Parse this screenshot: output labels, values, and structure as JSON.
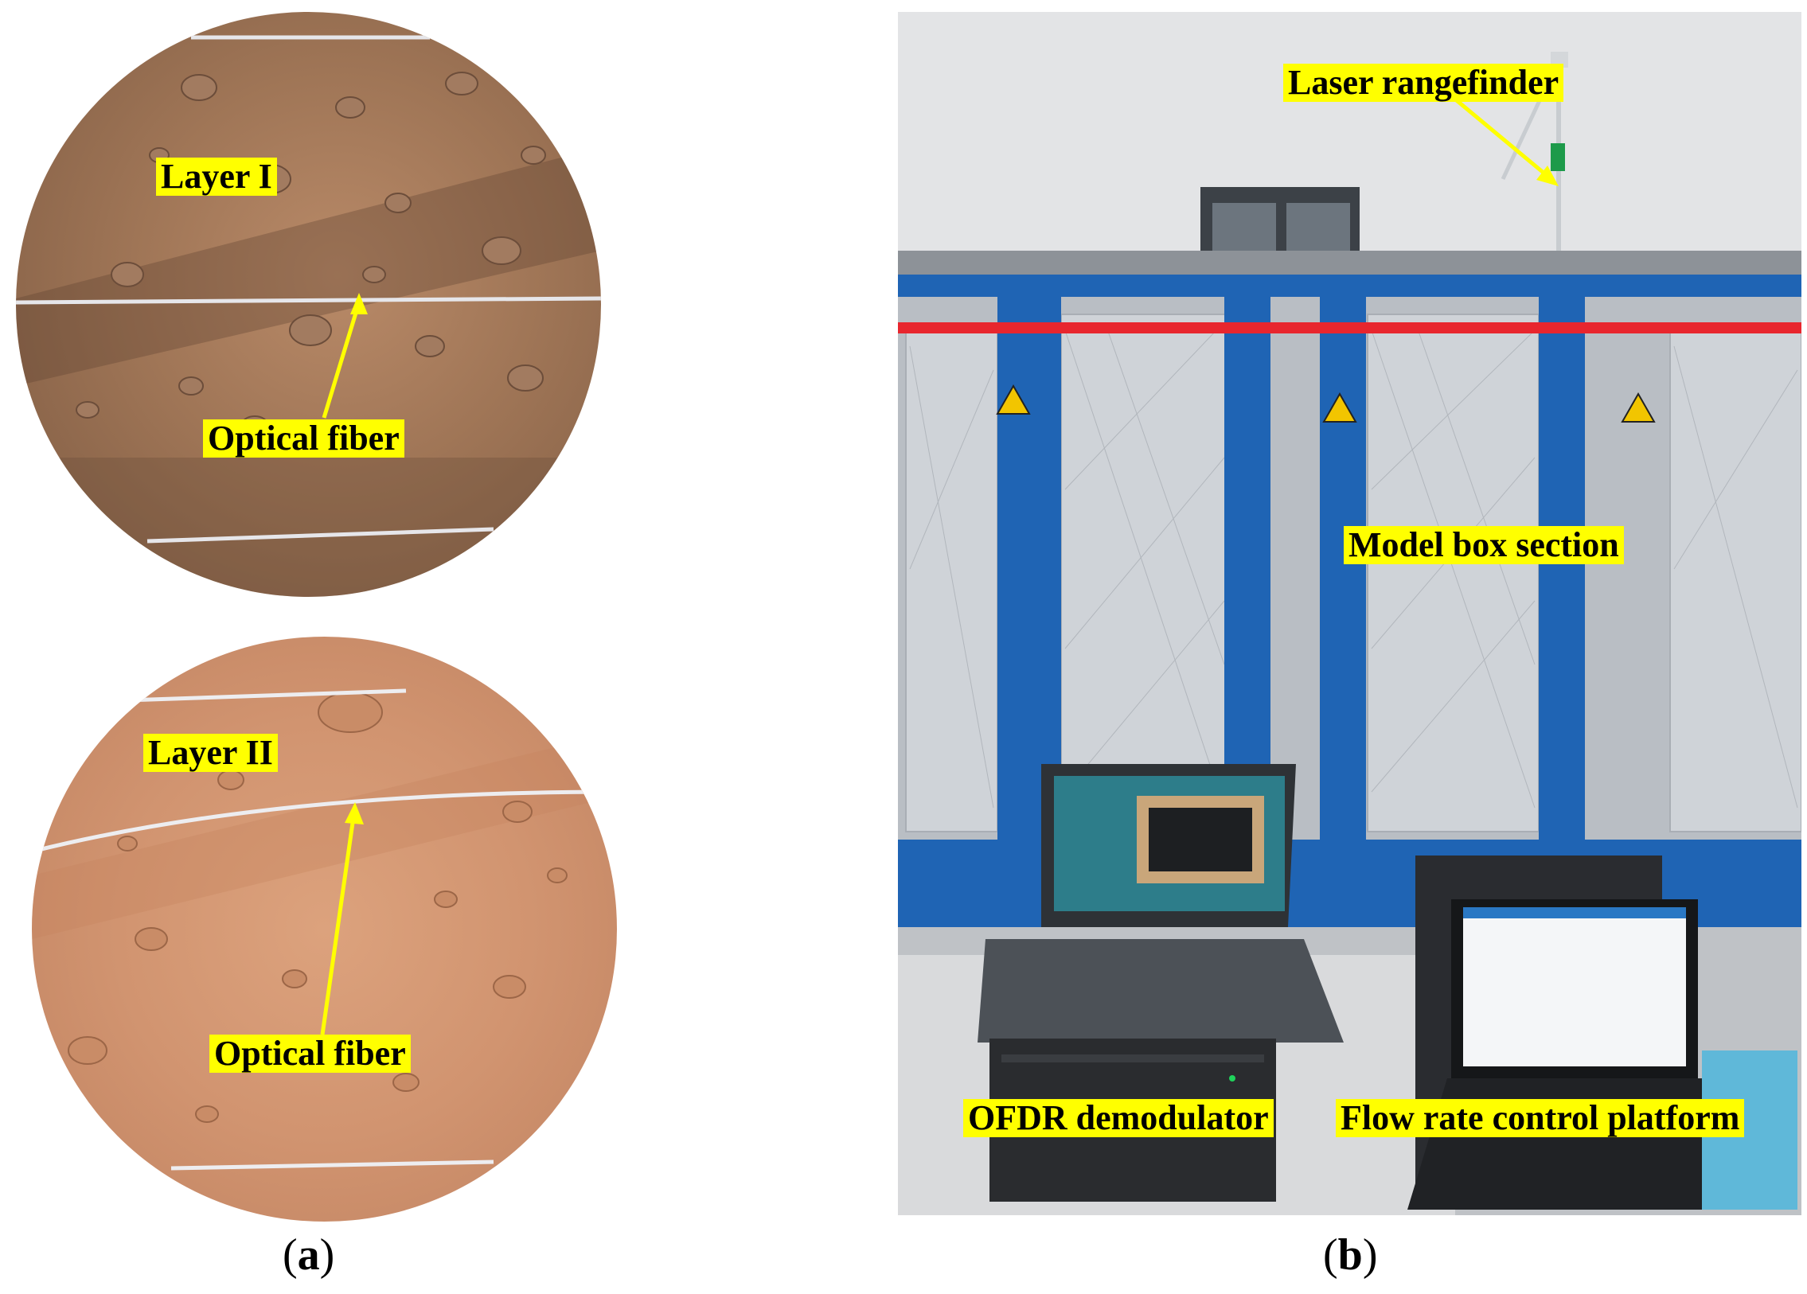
{
  "panel_a": {
    "top_photo": {
      "layer_label": "Layer I",
      "fiber_label": "Optical fiber"
    },
    "bottom_photo": {
      "layer_label": "Layer II",
      "fiber_label": "Optical fiber"
    },
    "caption": {
      "open": "(",
      "letter": "a",
      "close": ")"
    }
  },
  "panel_b": {
    "labels": {
      "laser": "Laser rangefinder",
      "model_box": "Model box section",
      "ofdr": "OFDR demodulator",
      "flow": "Flow rate control platform"
    },
    "caption": {
      "open": "(",
      "letter": "b",
      "close": ")"
    }
  },
  "colors": {
    "label_bg": "#ffff00",
    "arrow": "#ffff00",
    "soil_dark": "#8a6448",
    "soil_light": "#d99b74",
    "frame_blue": "#1f64b4",
    "rail_red": "#e8262e"
  }
}
